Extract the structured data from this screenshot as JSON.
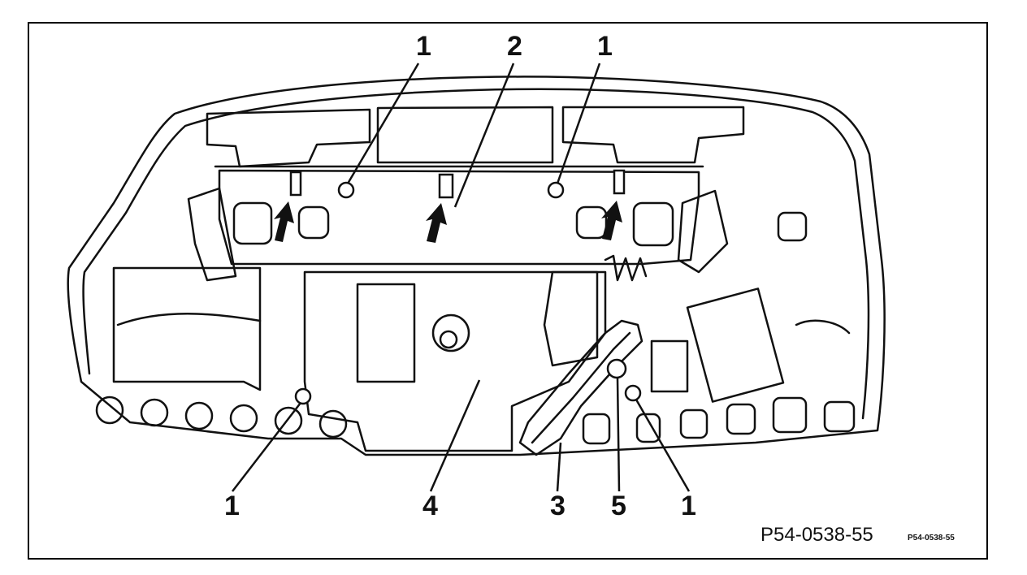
{
  "figure": {
    "code": "P54-0538-55",
    "code_small": "P54-0538-55"
  },
  "callouts": [
    {
      "id": "t1a",
      "label": "1"
    },
    {
      "id": "t2",
      "label": "2"
    },
    {
      "id": "t1b",
      "label": "1"
    },
    {
      "id": "b1a",
      "label": "1"
    },
    {
      "id": "b4",
      "label": "4"
    },
    {
      "id": "b3",
      "label": "3"
    },
    {
      "id": "b5",
      "label": "5"
    },
    {
      "id": "b1b",
      "label": "1"
    }
  ]
}
